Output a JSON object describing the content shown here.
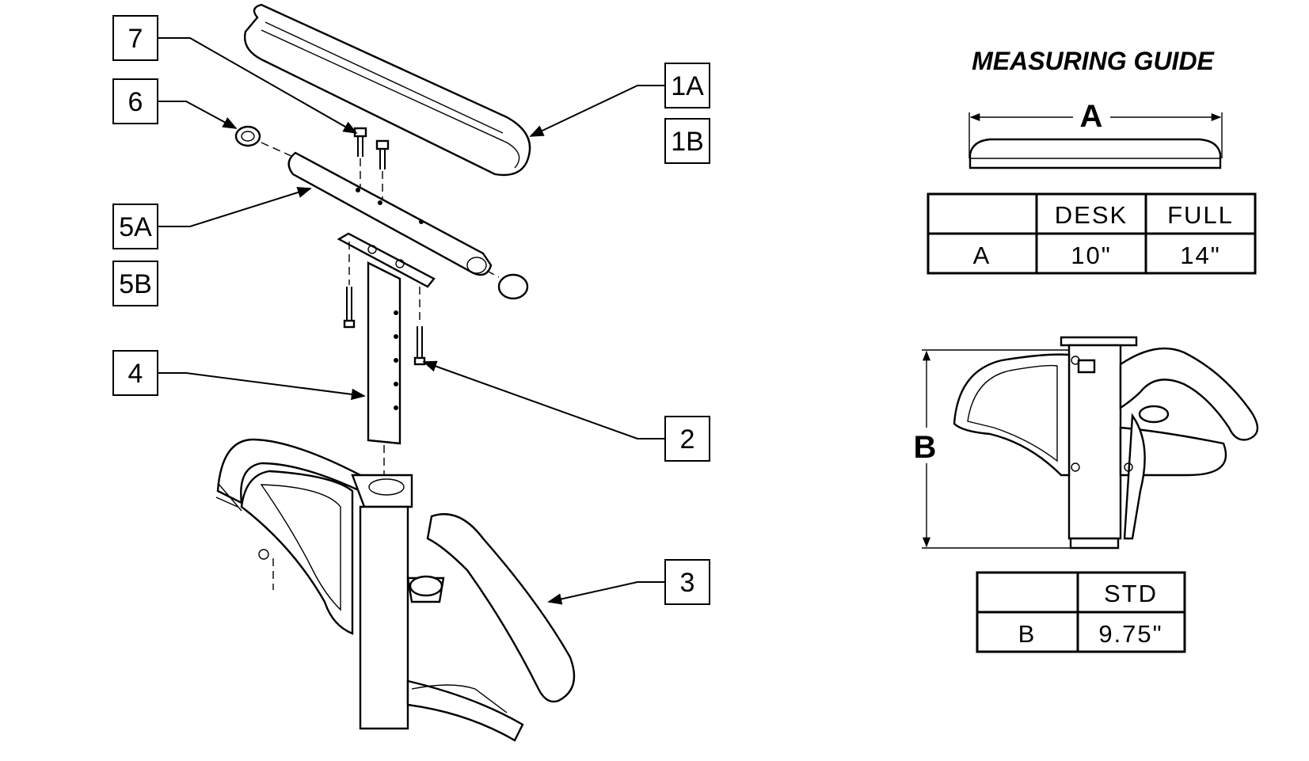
{
  "callouts": {
    "c7": "7",
    "c6": "6",
    "c1a": "1A",
    "c1b": "1B",
    "c5a": "5A",
    "c5b": "5B",
    "c4": "4",
    "c2": "2",
    "c3": "3"
  },
  "guide": {
    "title": "MEASURING GUIDE",
    "dim_a": "A",
    "dim_b": "B"
  },
  "table_a": {
    "headers": [
      "",
      "DESK",
      "FULL"
    ],
    "row": [
      "A",
      "10\"",
      "14\""
    ]
  },
  "table_b": {
    "headers": [
      "",
      "STD"
    ],
    "row": [
      "B",
      "9.75\""
    ]
  }
}
